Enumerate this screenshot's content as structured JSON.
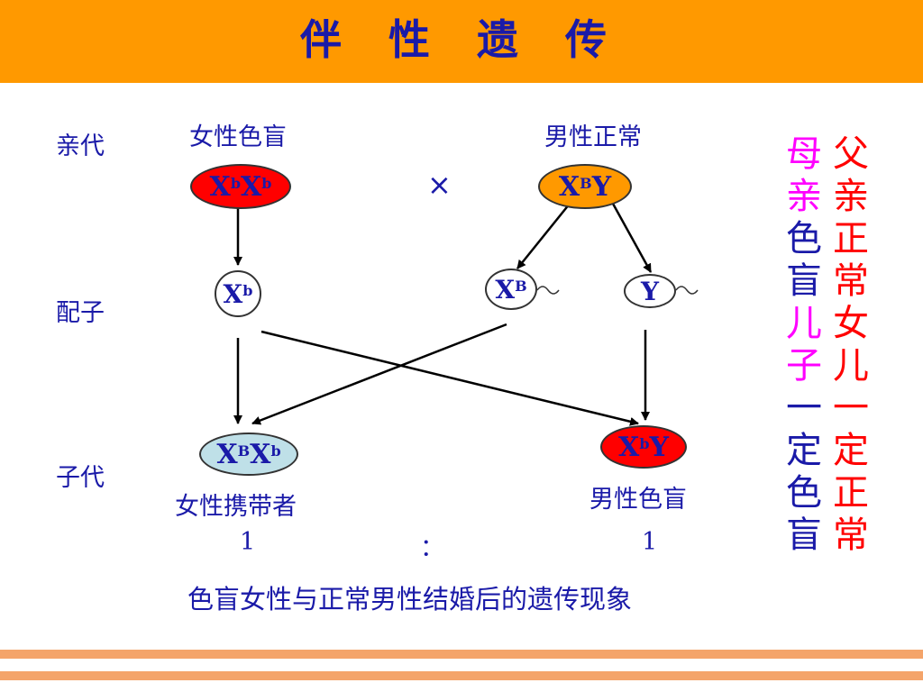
{
  "title": "伴 性 遗 传",
  "labels": {
    "parental": "亲代",
    "gamete": "配子",
    "offspring": "子代",
    "female_colorblind": "女性色盲",
    "male_normal": "男性正常",
    "cross": "×",
    "female_carrier": "女性携带者",
    "male_colorblind": "男性色盲",
    "ratio_left": "1",
    "ratio_sep": "：",
    "ratio_right": "1",
    "caption": "色盲女性与正常男性结婚后的遗传现象"
  },
  "genotypes": {
    "mother": {
      "a": "X",
      "a_sup": "b",
      "b": "X",
      "b_sup": "b"
    },
    "father": {
      "a": "X",
      "a_sup": "B",
      "b": "Y"
    },
    "gamete_xb": {
      "a": "X",
      "a_sup": "b"
    },
    "gamete_xB": {
      "a": "X",
      "a_sup": "B"
    },
    "gamete_y": {
      "a": "Y"
    },
    "daughter": {
      "a": "X",
      "a_sup": "B",
      "b": "X",
      "b_sup": "b"
    },
    "son": {
      "a": "X",
      "a_sup": "b",
      "b": "Y"
    }
  },
  "side_text": {
    "father_col": [
      "父",
      "亲",
      "正",
      "常",
      "女",
      "儿",
      "一",
      "定",
      "正",
      "常"
    ],
    "mother_col": [
      "母",
      "亲",
      "色",
      "盲",
      "儿",
      "子",
      "一",
      "定",
      "色",
      "盲"
    ],
    "mother_colors": [
      "#ff00ff",
      "#ff00ff",
      "#1a1aa8",
      "#1a1aa8",
      "#ff00ff",
      "#ff00ff",
      "#1a1aa8",
      "#1a1aa8",
      "#1a1aa8",
      "#1a1aa8"
    ]
  },
  "colors": {
    "title_bar": "#ff9900",
    "text_blue": "#1a1aa8",
    "father_text": "#ff0000",
    "mother_node": "#ff0000",
    "father_node": "#ff9900",
    "daughter_node": "#bfe0e8",
    "son_node": "#ff0000",
    "stripe": "#f4a46a"
  }
}
